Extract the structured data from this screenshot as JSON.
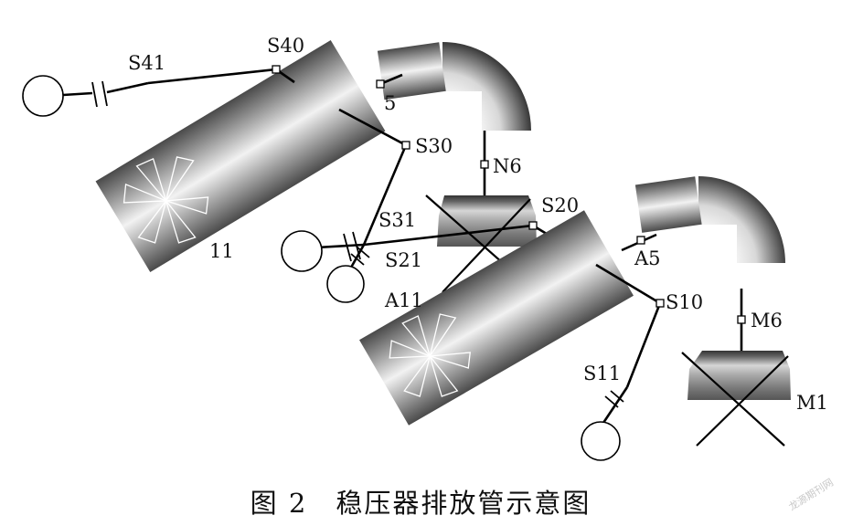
{
  "labels": {
    "s40": "S40",
    "s41": "S41",
    "n5": "5",
    "s30": "S30",
    "n6": "N6",
    "n11": "11",
    "s31": "S31",
    "s20": "S20",
    "s21": "S21",
    "a11": "A11",
    "a5": "A5",
    "s10": "S10",
    "m6": "M6",
    "s11": "S11",
    "m1": "M1"
  },
  "caption": "图 2　稳压器排放管示意图",
  "watermark": "龙源期刊网",
  "colors": {
    "pipe_dark": "#4a4a4a",
    "pipe_light": "#f2f2f2",
    "line": "#000000",
    "background": "#ffffff"
  }
}
